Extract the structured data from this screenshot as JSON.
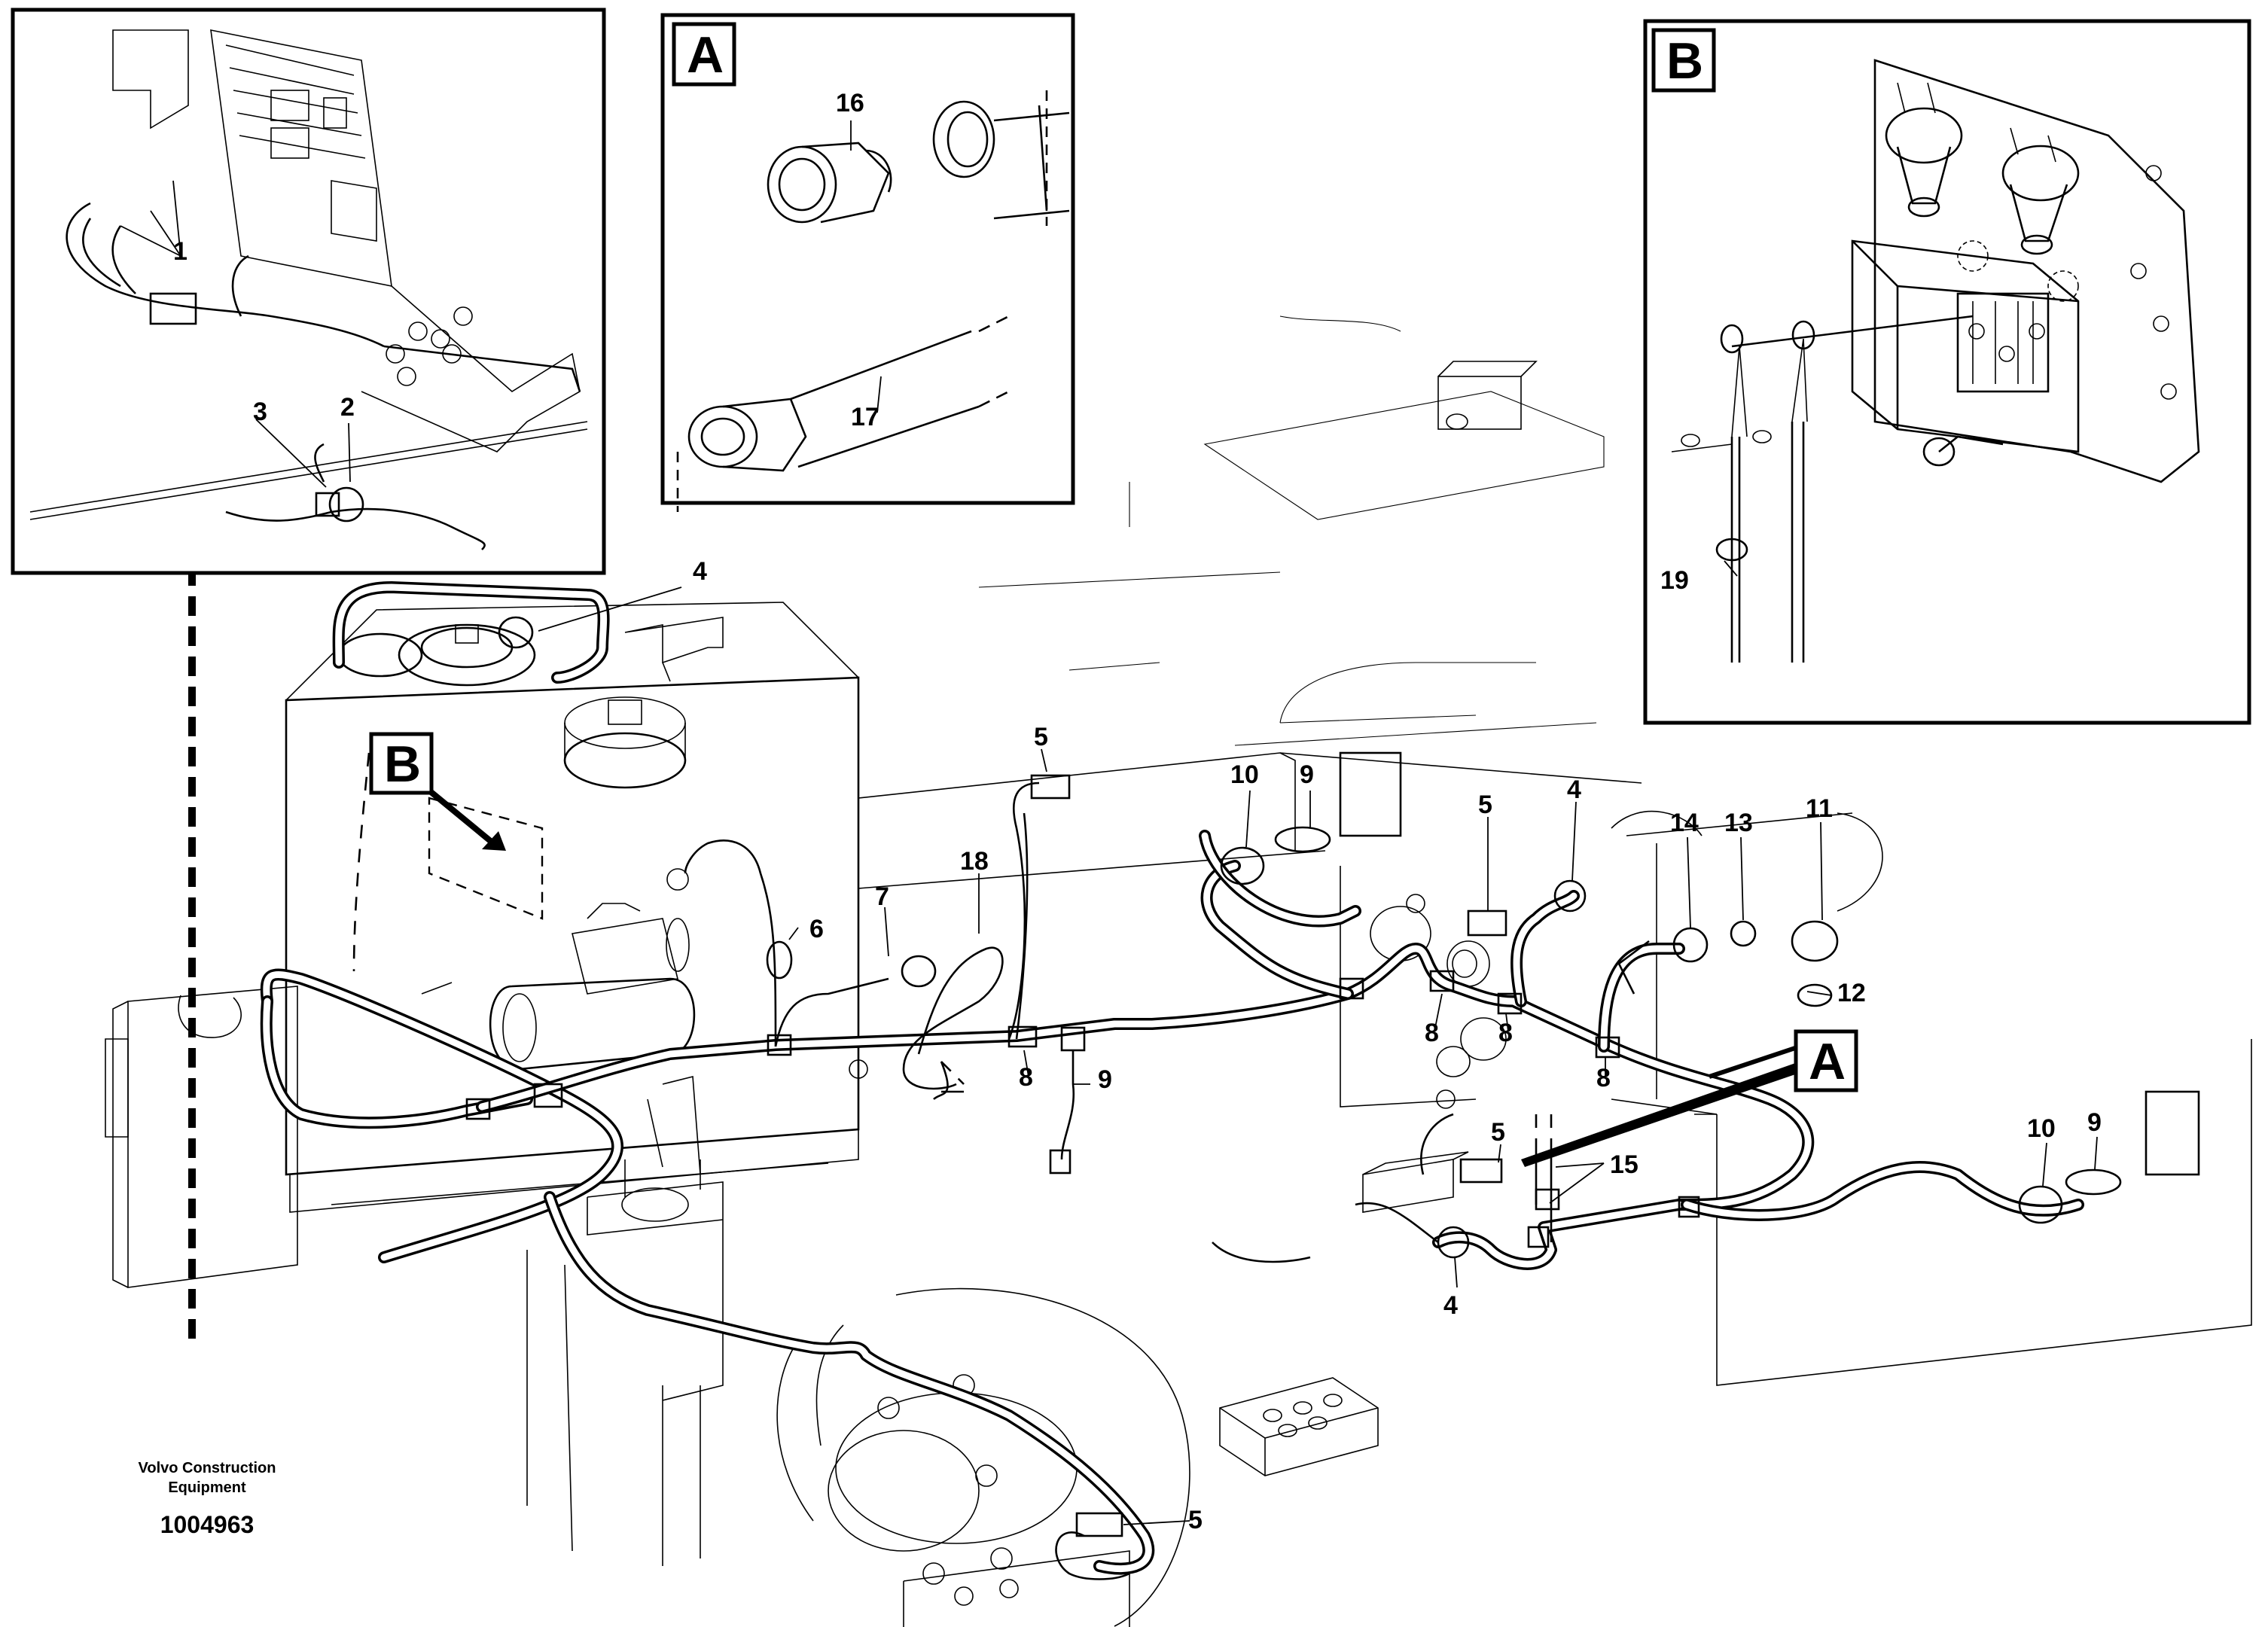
{
  "callouts": [
    {
      "id": "c1",
      "text": "1"
    },
    {
      "id": "c2",
      "text": "2"
    },
    {
      "id": "c3",
      "text": "3"
    },
    {
      "id": "c4a",
      "text": "4"
    },
    {
      "id": "c4b",
      "text": "4"
    },
    {
      "id": "c4c",
      "text": "4"
    },
    {
      "id": "c5a",
      "text": "5"
    },
    {
      "id": "c5b",
      "text": "5"
    },
    {
      "id": "c5c",
      "text": "5"
    },
    {
      "id": "c5d",
      "text": "5"
    },
    {
      "id": "c6",
      "text": "6"
    },
    {
      "id": "c7",
      "text": "7"
    },
    {
      "id": "c8a",
      "text": "8"
    },
    {
      "id": "c8b",
      "text": "8"
    },
    {
      "id": "c8c",
      "text": "8"
    },
    {
      "id": "c8d",
      "text": "8"
    },
    {
      "id": "c9a",
      "text": "9"
    },
    {
      "id": "c9b",
      "text": "9"
    },
    {
      "id": "c9c",
      "text": "9"
    },
    {
      "id": "c10a",
      "text": "10"
    },
    {
      "id": "c10b",
      "text": "10"
    },
    {
      "id": "c11",
      "text": "11"
    },
    {
      "id": "c12",
      "text": "12"
    },
    {
      "id": "c13",
      "text": "13"
    },
    {
      "id": "c14",
      "text": "14"
    },
    {
      "id": "c15",
      "text": "15"
    },
    {
      "id": "c16",
      "text": "16"
    },
    {
      "id": "c17",
      "text": "17"
    },
    {
      "id": "c18",
      "text": "18"
    },
    {
      "id": "c19",
      "text": "19"
    }
  ],
  "inset_markers": {
    "a": "A",
    "b": "B"
  },
  "caption": {
    "line1": "Volvo Construction",
    "line2": "Equipment",
    "doc_number": "1004963"
  }
}
